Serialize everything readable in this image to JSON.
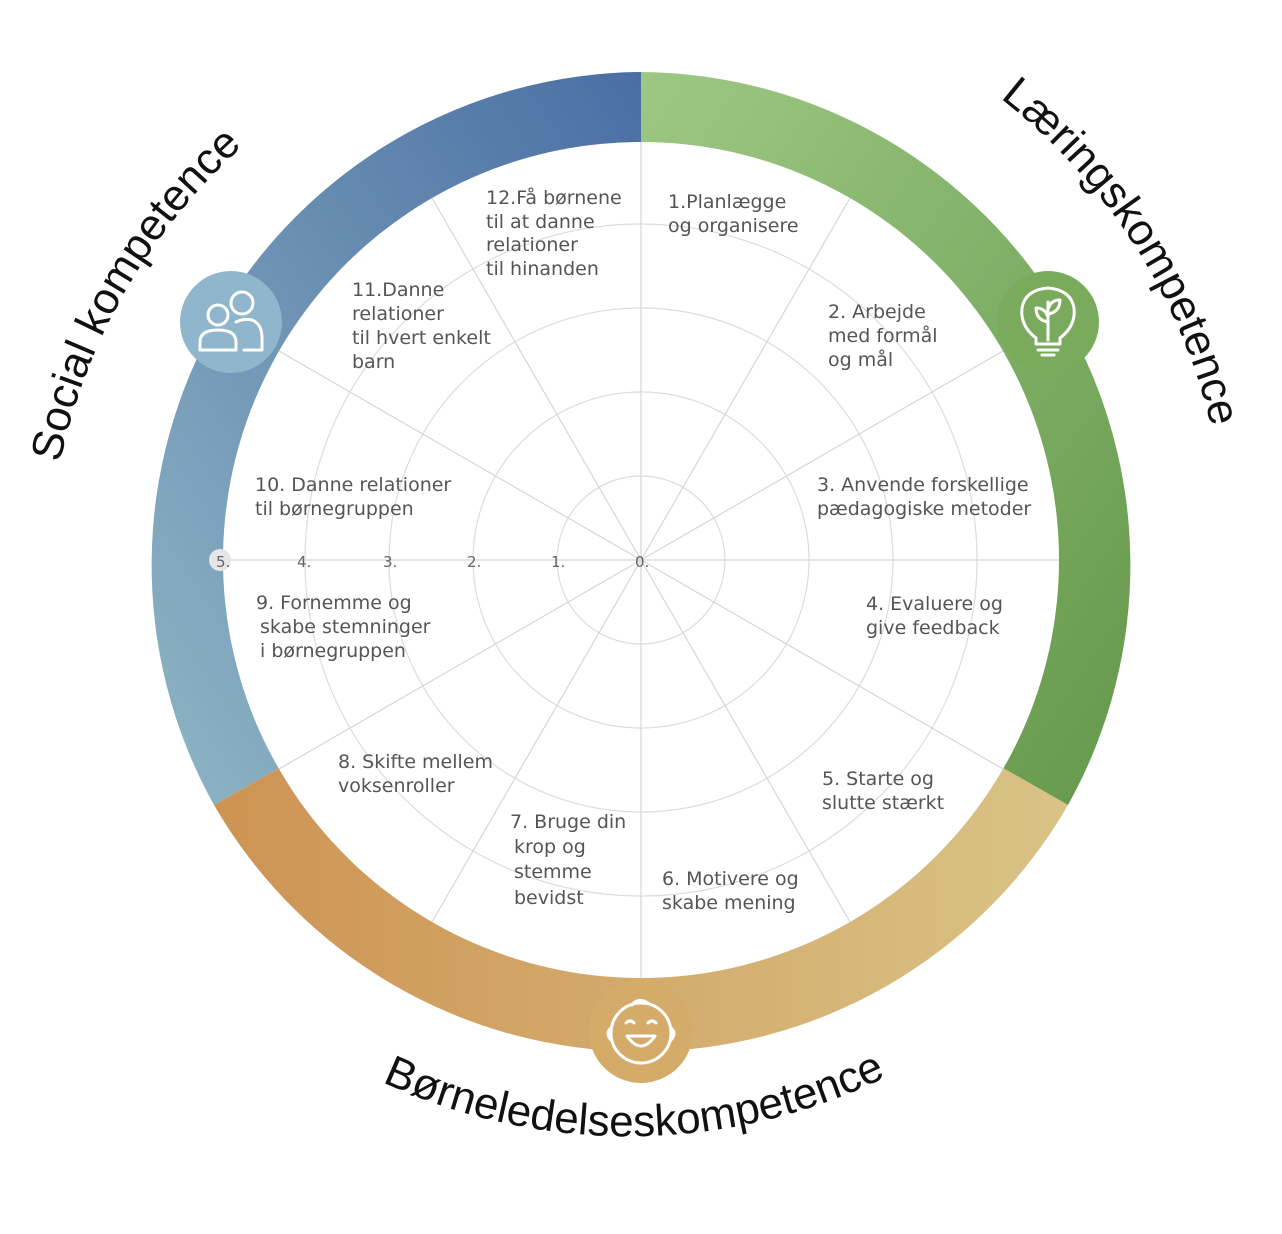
{
  "competences": {
    "social": {
      "title": "Social kompetence",
      "icon": "people-icon",
      "color_start": "#8fb5c5",
      "color_end": "#4a6ea3"
    },
    "learning": {
      "title": "Læringskompetence",
      "icon": "lightbulb-plant-icon",
      "color_start": "#9dc884",
      "color_end": "#64984a"
    },
    "child_leadership": {
      "title": "Børneledelseskompetence",
      "icon": "child-face-icon",
      "color_start": "#cd9353",
      "color_end": "#d9c386"
    }
  },
  "scale": {
    "labels": [
      "0.",
      "1.",
      "2.",
      "3.",
      "4.",
      "5."
    ]
  },
  "segments": [
    {
      "lines": [
        "1.Planlægge",
        "og organisere"
      ]
    },
    {
      "lines": [
        "2. Arbejde",
        "med formål",
        "og mål"
      ]
    },
    {
      "lines": [
        "3. Anvende forskellige",
        "pædagogiske metoder"
      ]
    },
    {
      "lines": [
        "4. Evaluere og",
        "give feedback"
      ]
    },
    {
      "lines": [
        "5. Starte og",
        "slutte stærkt"
      ]
    },
    {
      "lines": [
        "6. Motivere og",
        "skabe mening"
      ]
    },
    {
      "lines": [
        "7. Bruge din",
        "krop og",
        "stemme",
        "bevidst"
      ]
    },
    {
      "lines": [
        "8. Skifte mellem",
        "voksenroller"
      ]
    },
    {
      "lines": [
        "9. Fornemme og",
        "skabe stemninger",
        "i børnegruppen"
      ]
    },
    {
      "lines": [
        "10. Danne relationer",
        "til børnegruppen"
      ]
    },
    {
      "lines": [
        "11.Danne",
        "relationer",
        "til hvert enkelt",
        "barn"
      ]
    },
    {
      "lines": [
        "12.Få børnene",
        "til at danne",
        "relationer",
        "til hinanden"
      ]
    }
  ]
}
